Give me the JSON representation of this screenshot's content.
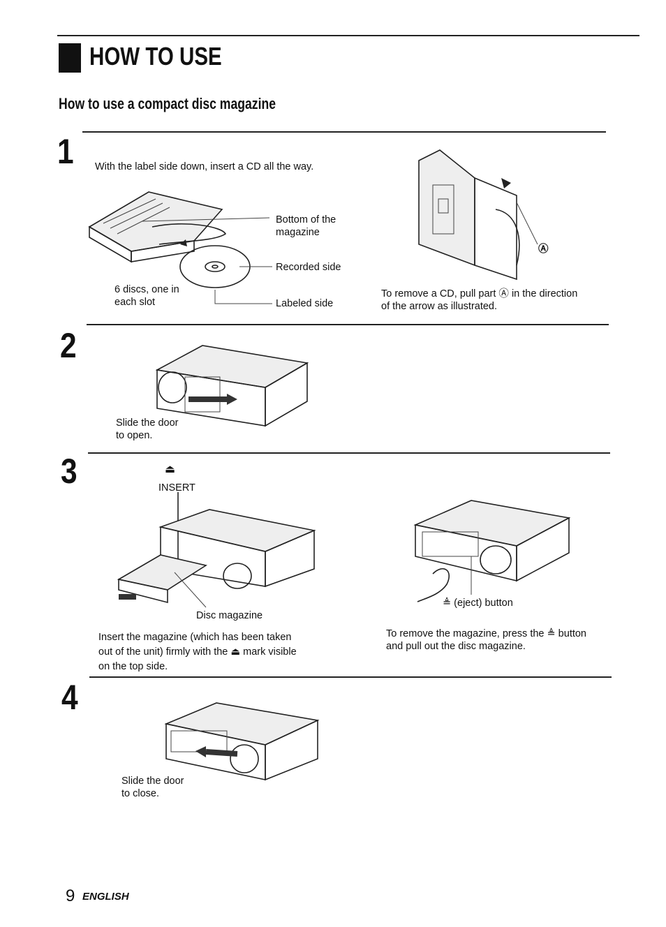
{
  "header": {
    "title": "HOW TO USE",
    "subtitle": "How to use a compact disc magazine"
  },
  "steps": [
    {
      "number": "1",
      "instruction": "With the label side down, insert a CD all the way.",
      "labels": {
        "bottom": "Bottom of the\nmagazine",
        "recorded": "Recorded side",
        "discs": "6 discs, one in\neach slot",
        "labeled": "Labeled side"
      },
      "side_note": "To remove a CD, pull part Ⓐ in the direction\nof the arrow as illustrated.",
      "part_marker": "Ⓐ"
    },
    {
      "number": "2",
      "caption": "Slide the door\nto open."
    },
    {
      "number": "3",
      "insert_label": "INSERT",
      "insert_symbol": "⏏",
      "disc_magazine": "Disc magazine",
      "instruction": "Insert the magazine (which has been taken\nout of the unit) firmly with the ⏏ mark visible\non the top side.",
      "eject_label": "≜ (eject) button",
      "eject_note": "To remove the magazine, press the ≜ button\nand pull out the disc magazine."
    },
    {
      "number": "4",
      "caption": "Slide the door\nto close."
    }
  ],
  "footer": {
    "page": "9",
    "language": "ENGLISH"
  }
}
